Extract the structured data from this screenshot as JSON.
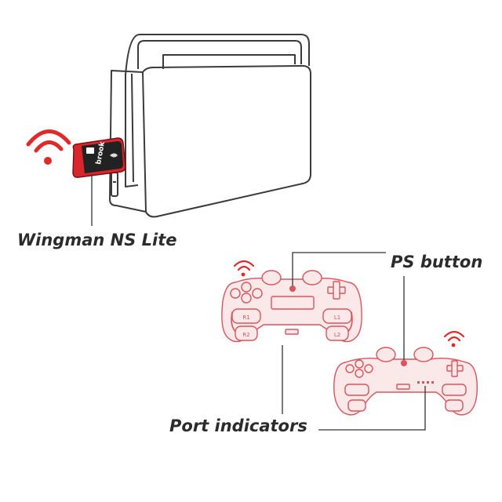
{
  "labels": {
    "adapter": "Wingman NS Lite",
    "ps_button": "PS button",
    "port_indicators": "Port indicators"
  },
  "adapter_brand": "brook",
  "controller_markings": {
    "left_shoulder_top": "R1",
    "left_shoulder_bottom": "R2",
    "right_shoulder_top": "L1",
    "right_shoulder_bottom": "L2"
  },
  "colors": {
    "controller_outline": "#d9545c",
    "wifi_signal": "#e02a2a",
    "adapter_body": "#d8262c",
    "label_text": "#2b2b2b",
    "dock_outline": "#3a3a3a"
  },
  "icons": [
    "wifi-signal-icon",
    "ps-controller",
    "switch-dock",
    "usb-adapter"
  ]
}
